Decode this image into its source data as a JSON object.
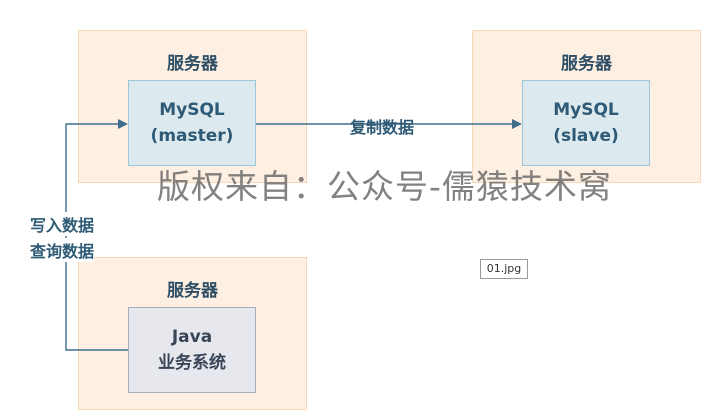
{
  "servers": {
    "master_host": {
      "title": "服务器"
    },
    "slave_host": {
      "title": "服务器"
    },
    "app_host": {
      "title": "服务器"
    }
  },
  "nodes": {
    "mysql_master": {
      "line1": "MySQL",
      "line2": "(master)"
    },
    "mysql_slave": {
      "line1": "MySQL",
      "line2": "(slave)"
    },
    "java_app": {
      "line1": "Java",
      "line2": "业务系统"
    }
  },
  "edges": {
    "replication": {
      "label": "复制数据"
    },
    "app_to_master": {
      "line1": "写入数据",
      "line2": "查询数据"
    }
  },
  "watermark": "版权来自：公众号-儒猿技术窝",
  "file_tag": "01.jpg",
  "colors": {
    "server_fill": "#fdf0e2",
    "db_fill": "#dceaf0",
    "app_fill": "#e6e8ee",
    "arrow": "#3f6e8c"
  }
}
